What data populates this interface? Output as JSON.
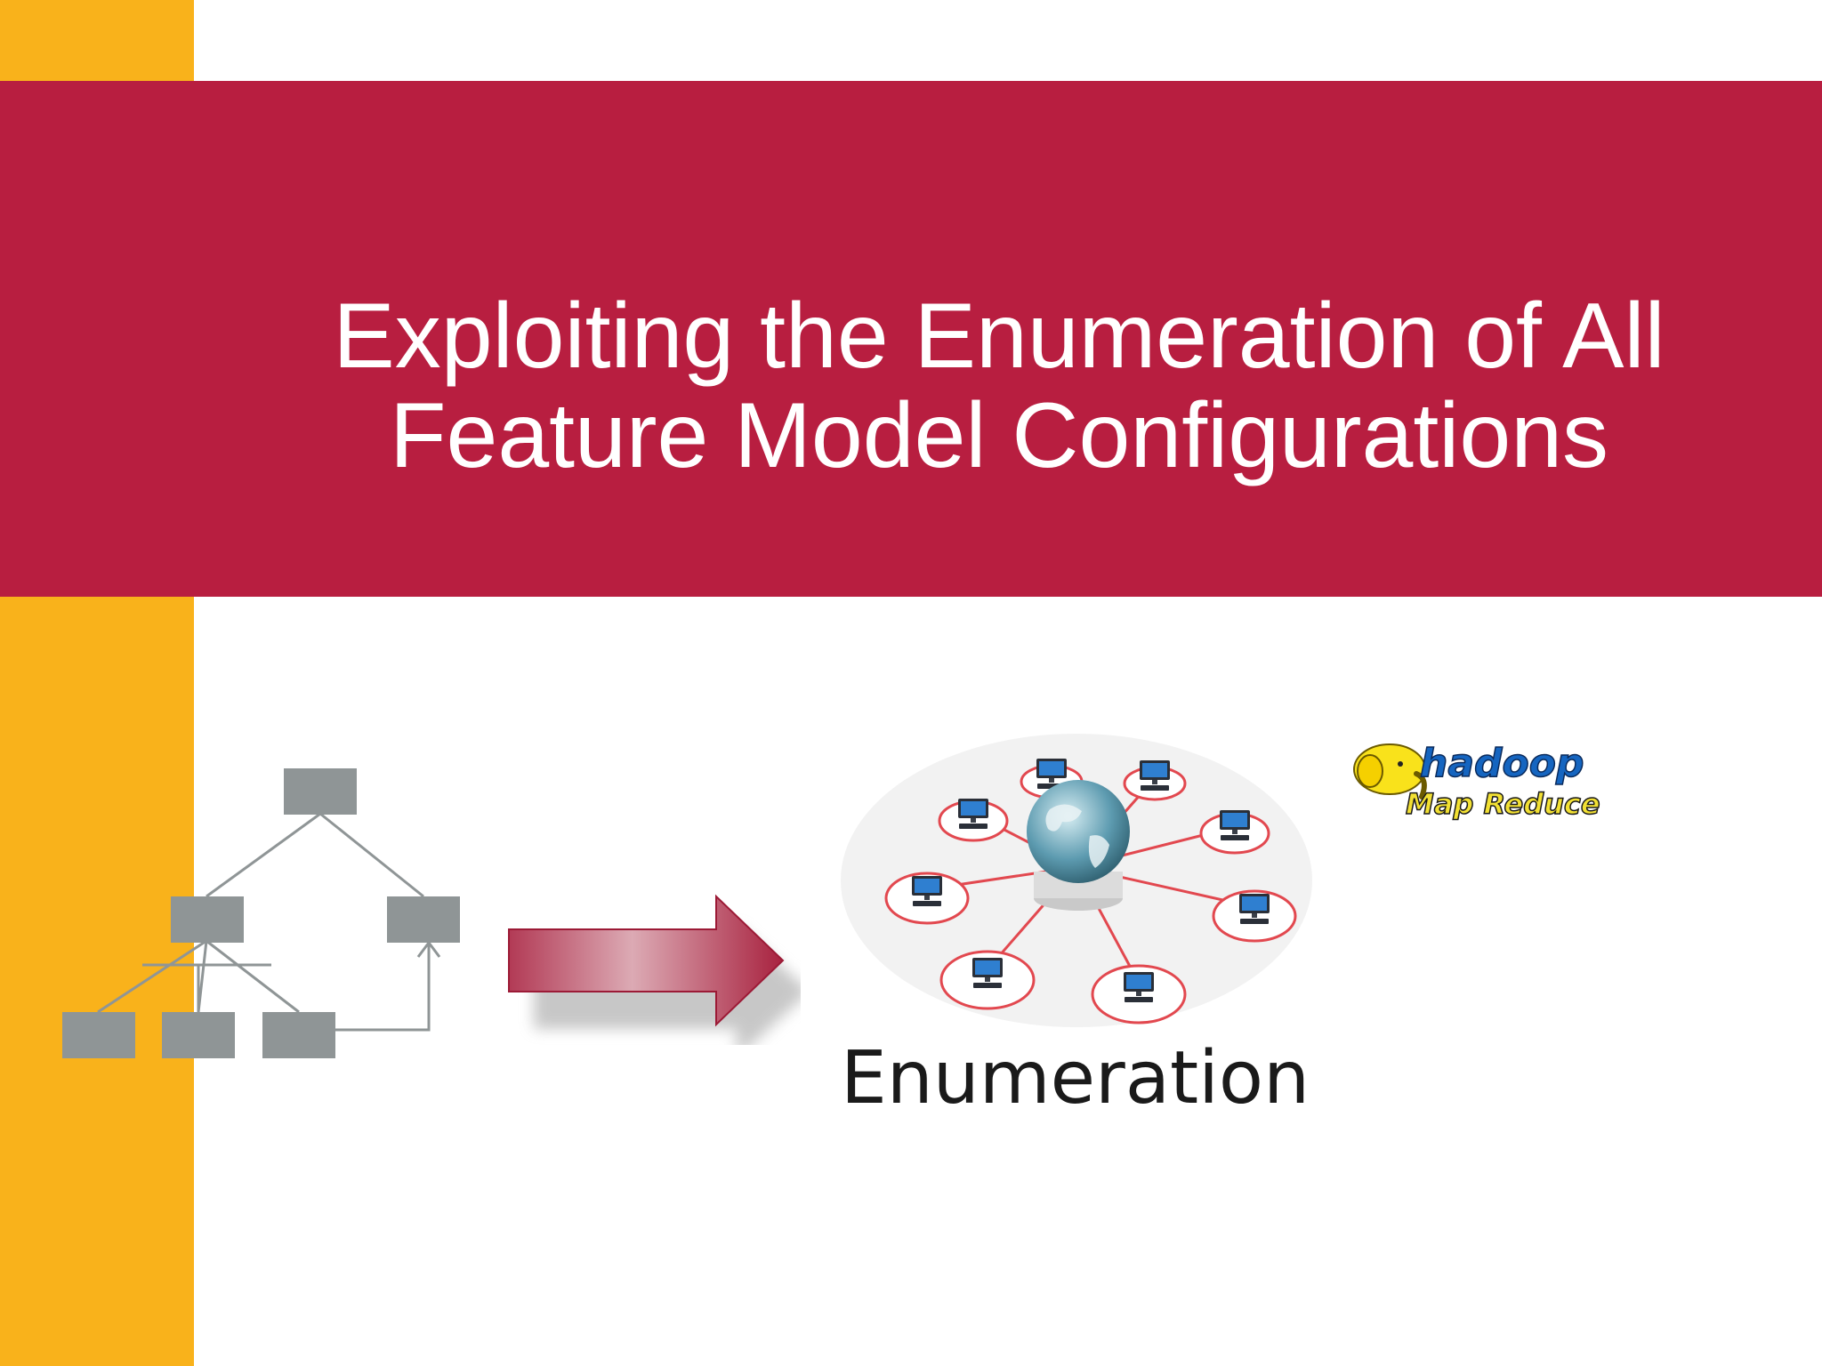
{
  "slide": {
    "title_line1": "Exploiting the Enumeration of All",
    "title_line2": "Feature Model Configurations",
    "network_label": "Enumeration",
    "logo_word1": "hadoop",
    "logo_word2": "Map Reduce"
  },
  "colors": {
    "band": "#b81e40",
    "accent": "#f9b21b",
    "node": "#8f9596",
    "edge": "#8f9596",
    "arrow_fill": "#d9a3ae",
    "arrow_stroke": "#9c1a36",
    "link": "#e2484f",
    "globe": "#4a8fa5",
    "logo_text": "#1565c0",
    "logo_text2": "#f2e033"
  },
  "icons": [
    "elephant-icon",
    "globe-icon",
    "computer-icon",
    "arrow-right-icon"
  ]
}
